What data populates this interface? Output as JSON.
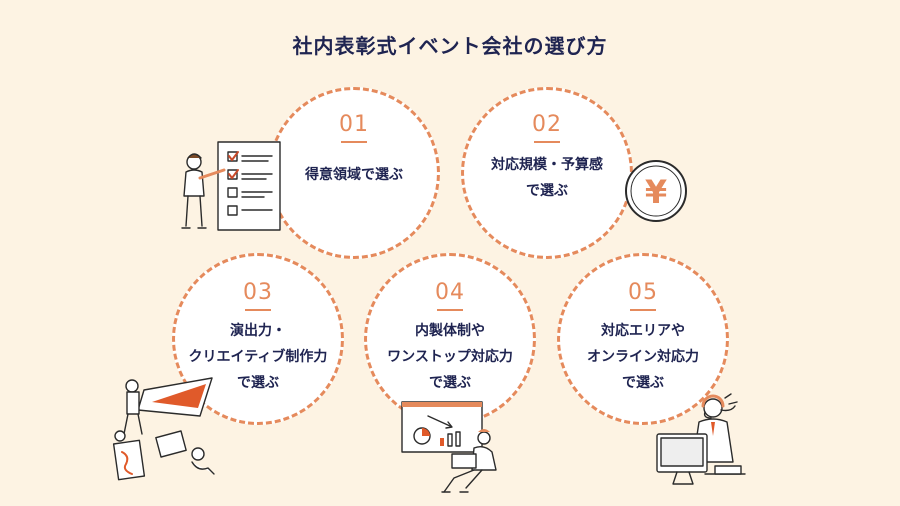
{
  "title": "社内表彰式イベント会社の選び方",
  "items": [
    {
      "num": "01",
      "lines": [
        "得意領域で選ぶ"
      ]
    },
    {
      "num": "02",
      "lines": [
        "対応規模・予算感",
        "で選ぶ"
      ]
    },
    {
      "num": "03",
      "lines": [
        "演出力・",
        "クリエイティブ制作力",
        "で選ぶ"
      ]
    },
    {
      "num": "04",
      "lines": [
        "内製体制や",
        "ワンストップ対応力",
        "で選ぶ"
      ]
    },
    {
      "num": "05",
      "lines": [
        "対応エリアや",
        "オンライン対応力",
        "で選ぶ"
      ]
    }
  ],
  "yen_symbol": "¥",
  "colors": {
    "accent": "#e58a5c",
    "navy": "#1f2451",
    "background": "#fdf3e3"
  }
}
